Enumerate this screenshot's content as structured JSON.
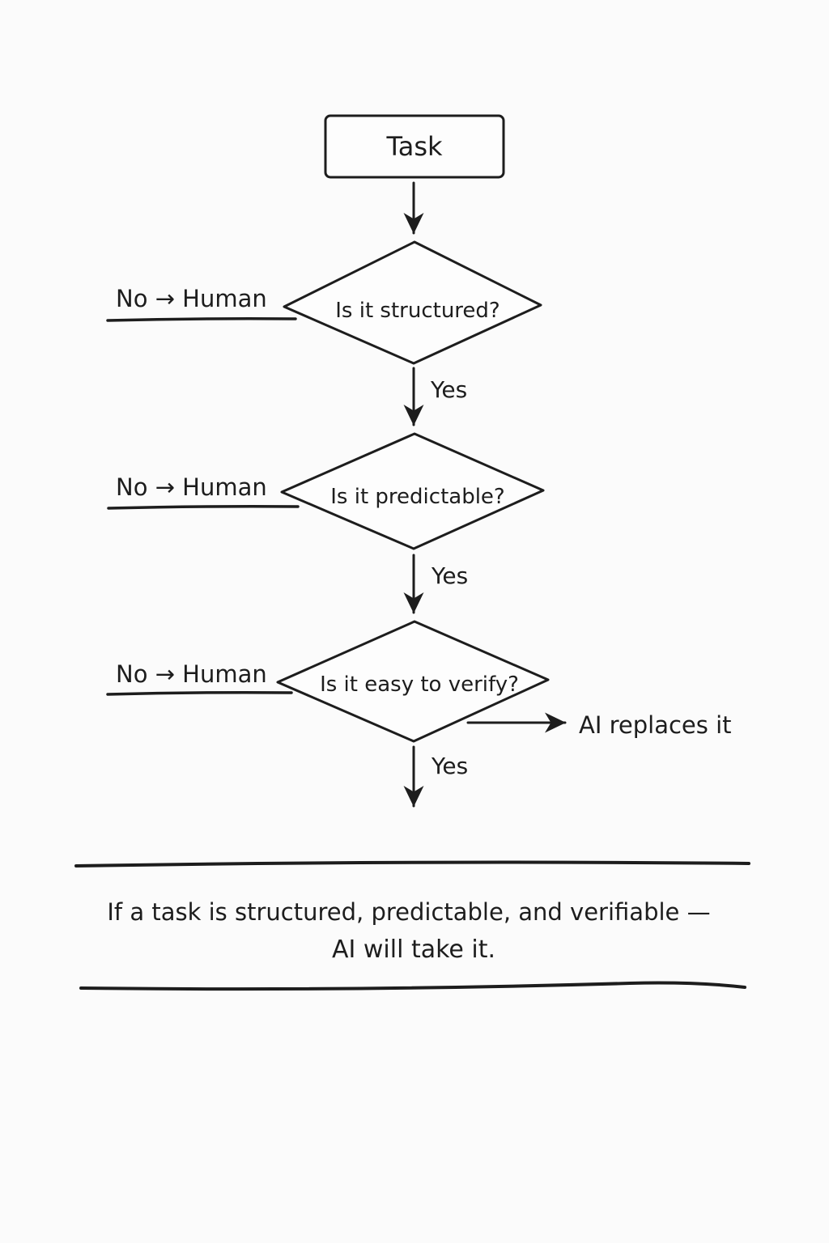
{
  "flowchart": {
    "start_label": "Task",
    "decisions": [
      {
        "question": "Is it structured?",
        "no_label": "No → Human",
        "yes_label": "Yes"
      },
      {
        "question": "Is it predictable?",
        "no_label": "No → Human",
        "yes_label": "Yes"
      },
      {
        "question": "Is it easy to verify?",
        "no_label": "No → Human",
        "yes_label": "Yes"
      }
    ],
    "outcome_label": "AI replaces it",
    "summary_line1": "If a task is structured, predictable, and verifiable —",
    "summary_line2": "AI will take it.",
    "colors": {
      "ink": "#1d1d1d",
      "background": "#fbfbfb"
    }
  }
}
